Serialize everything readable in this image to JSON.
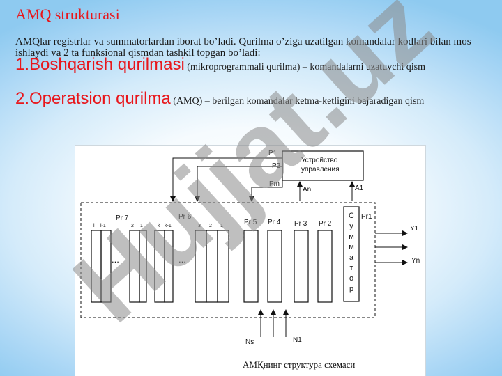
{
  "slide": {
    "title": "AMQ strukturasi",
    "intro": "AMQlar registrlar va summatorlardan iborat bo’ladi. Qurilma o’ziga uzatilgan komandalar kodlari bilan mos ishlaydi va 2 ta funksional qismdan tashkil topgan bo’ladi:",
    "items": [
      {
        "head": "1.Boshqarish qurilmasi",
        "rest": " (mikroprogrammali qurilma) – komandalarni uzatuvchi qism"
      },
      {
        "head": "2.Operatsion qurilma",
        "rest": " (AMQ) – berilgan komandalar ketma-ketligini bajaradigan qism"
      }
    ]
  },
  "diagram": {
    "control_unit": [
      "Устройство",
      "управления"
    ],
    "control_signals": [
      "P1",
      "P2",
      "Pm"
    ],
    "feedback_signals": [
      "An",
      "A1"
    ],
    "registers": [
      "Pr 7",
      "Pr 6",
      "Pr 5",
      "Pr 4",
      "Pr 3",
      "Pr 2",
      "Pr1"
    ],
    "bit_labels_pr7": [
      "i",
      "i-1",
      "2",
      "1"
    ],
    "bit_labels_pr6": [
      "k",
      "k-1",
      "3",
      "2",
      "1"
    ],
    "ellipsis": "...",
    "summator": "Сумматор",
    "outputs": [
      "Y1",
      "Yn"
    ],
    "inputs": [
      "Ns",
      "N1"
    ],
    "caption": "АМҚнинг структура схемаси"
  },
  "watermark": {
    "text": "Hujjat.uz",
    "color": "#7a7a7a"
  },
  "colors": {
    "heading": "#e8161b",
    "text": "#1a1a1a",
    "watermark_fill": "#8a8a8a"
  }
}
